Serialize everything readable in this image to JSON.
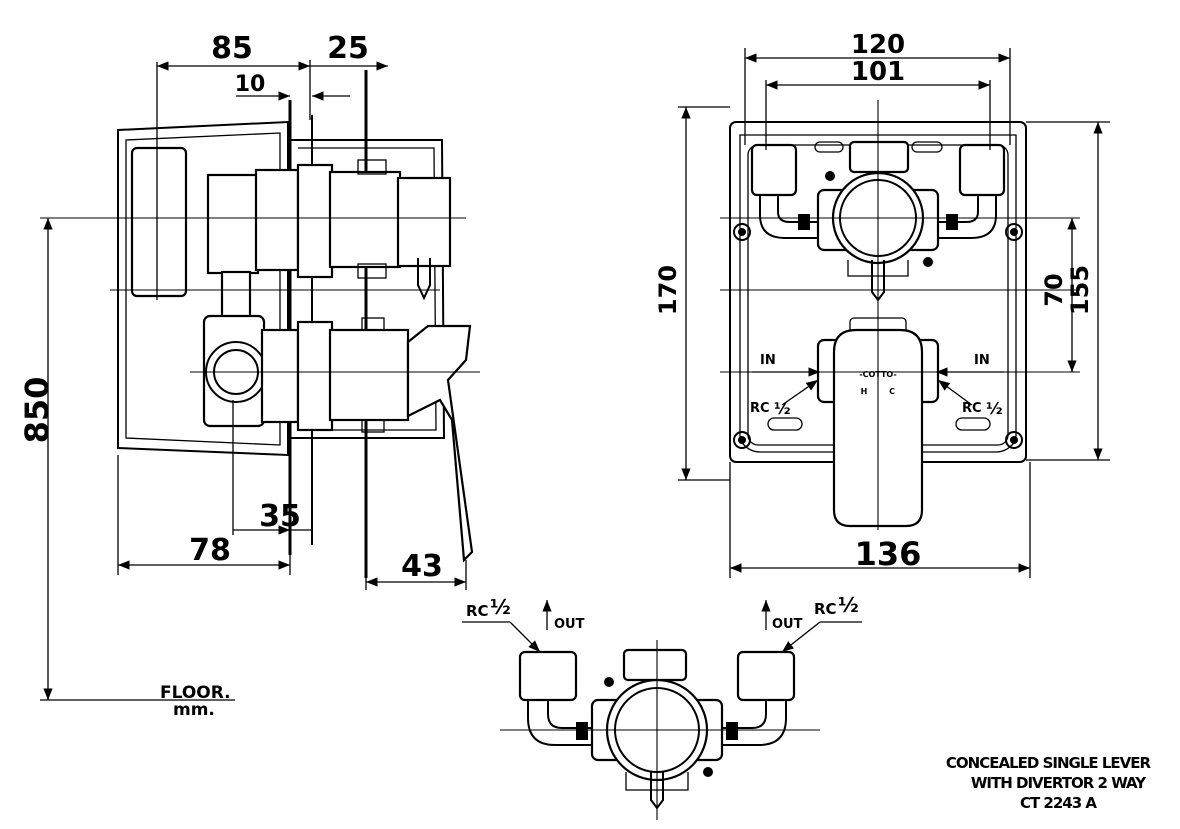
{
  "side_view": {
    "dims": [
      "85",
      "25",
      "10",
      "850",
      "35",
      "78",
      "43"
    ],
    "floor_label": "FLOOR.",
    "floor_unit": "mm."
  },
  "front_view": {
    "dims": [
      "120",
      "101",
      "170",
      "70",
      "155",
      "136"
    ],
    "in_label": "IN",
    "rc_label": "RC",
    "fraction": "½",
    "center_text": "-COTTO-",
    "hot_mark": "H",
    "cold_mark": "C"
  },
  "bottom_view": {
    "rc_label": "RC",
    "fraction": "½",
    "out_label": "OUT"
  },
  "title_block": {
    "line1": "CONCEALED SINGLE LEVER",
    "line2": "WITH DIVERTOR 2 WAY",
    "line3": "CT 2243 A"
  }
}
